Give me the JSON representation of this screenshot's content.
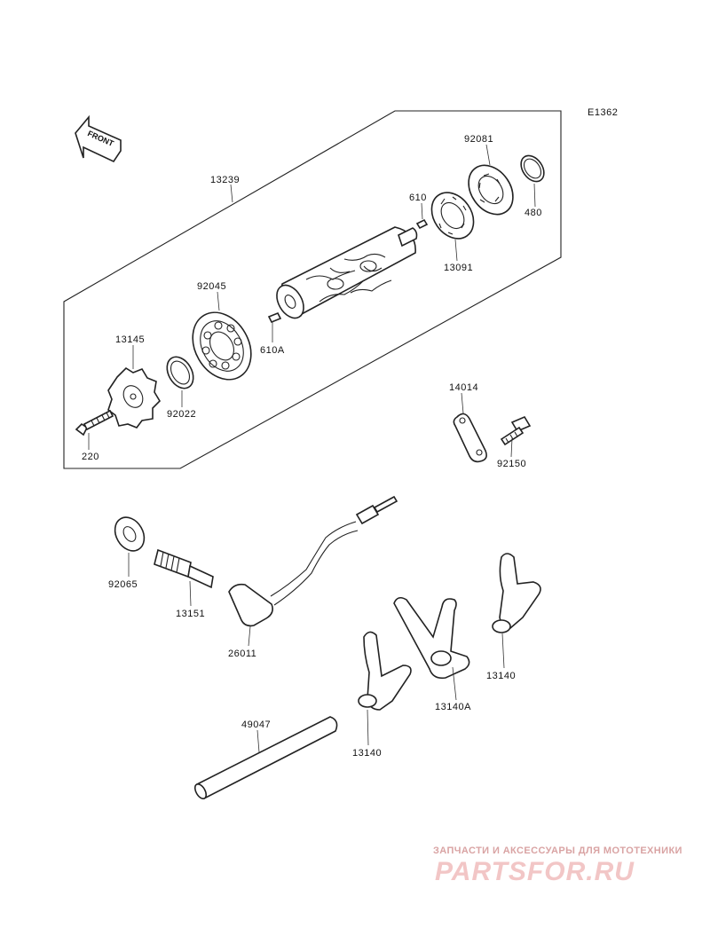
{
  "diagram_code": "E1362",
  "front_label": "FRONT",
  "parts": {
    "p13239": "13239",
    "p92081": "92081",
    "p480": "480",
    "p610": "610",
    "p13091": "13091",
    "p92045": "92045",
    "p610A": "610A",
    "p13145": "13145",
    "p92022": "92022",
    "p220": "220",
    "p14014": "14014",
    "p92150": "92150",
    "p92065": "92065",
    "p13151": "13151",
    "p26011": "26011",
    "p13140a": "13140",
    "p13140A": "13140A",
    "p13140b": "13140",
    "p49047": "49047"
  },
  "watermark": {
    "line1": "ЗАПЧАСТИ И АКСЕССУАРЫ ДЛЯ МОТОТЕХНИКИ",
    "line2": "PARTSFOR.RU"
  }
}
